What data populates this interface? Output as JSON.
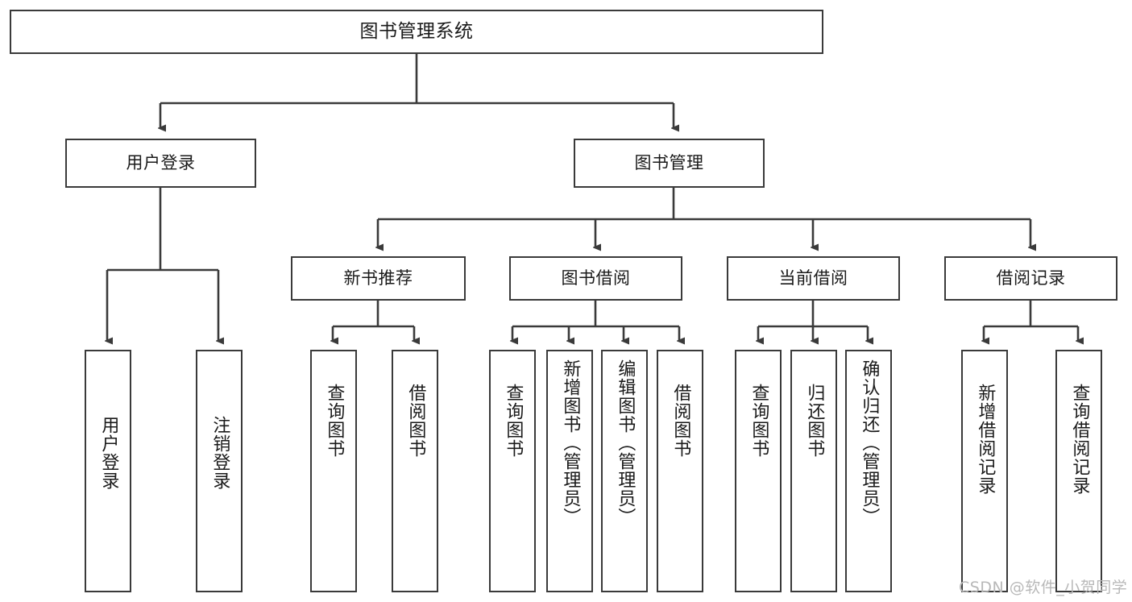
{
  "diagram": {
    "title": "图书管理系统",
    "watermark": "CSDN @软件_小贺同学",
    "stroke_color": "#3a3a3a",
    "text_color": "#1a1a1a",
    "background": "#ffffff",
    "root": {
      "label": "图书管理系统"
    },
    "level1": [
      {
        "label": "用户登录"
      },
      {
        "label": "图书管理"
      }
    ],
    "level2": [
      {
        "label": "新书推荐"
      },
      {
        "label": "图书借阅"
      },
      {
        "label": "当前借阅"
      },
      {
        "label": "借阅记录"
      }
    ],
    "leaves": {
      "user_login": [
        {
          "label": "用户登录"
        },
        {
          "label": "注销登录"
        }
      ],
      "new_book": [
        {
          "label": "查询图书"
        },
        {
          "label": "借阅图书"
        }
      ],
      "book_borrow": [
        {
          "label": "查询图书"
        },
        {
          "label": "新增图书（管理员）"
        },
        {
          "label": "编辑图书（管理员）"
        },
        {
          "label": "借阅图书"
        }
      ],
      "current_borrow": [
        {
          "label": "查询图书"
        },
        {
          "label": "归还图书"
        },
        {
          "label": "确认归还（管理员）"
        }
      ],
      "borrow_record": [
        {
          "label": "新增借阅记录"
        },
        {
          "label": "查询借阅记录"
        }
      ]
    }
  }
}
